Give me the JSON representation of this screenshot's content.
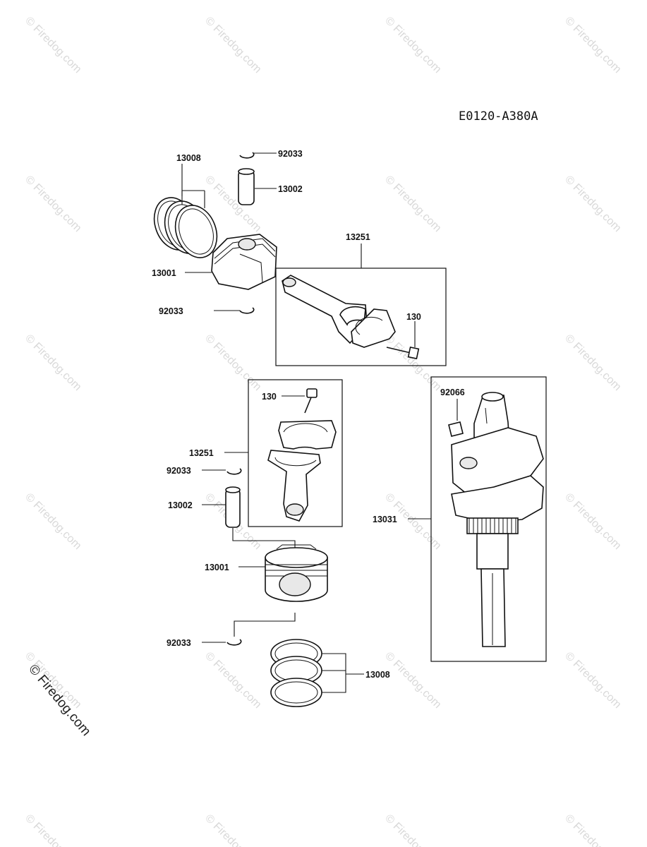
{
  "diagram": {
    "code": "E0120-A380A",
    "watermark": "© Firedog.com",
    "corner_watermark": "© Firedog.com",
    "callouts": {
      "rings_top": "13008",
      "circlip_top_a": "92033",
      "pin_top": "13002",
      "piston_top": "13001",
      "circlip_top_b": "92033",
      "conrod_top": "13251",
      "bolt_top": "130",
      "bolt_mid": "130",
      "conrod_mid": "13251",
      "circlip_mid": "92033",
      "pin_mid": "13002",
      "piston_mid": "13001",
      "circlip_bot": "92033",
      "rings_bot": "13008",
      "key": "92066",
      "crankshaft": "13031"
    }
  }
}
